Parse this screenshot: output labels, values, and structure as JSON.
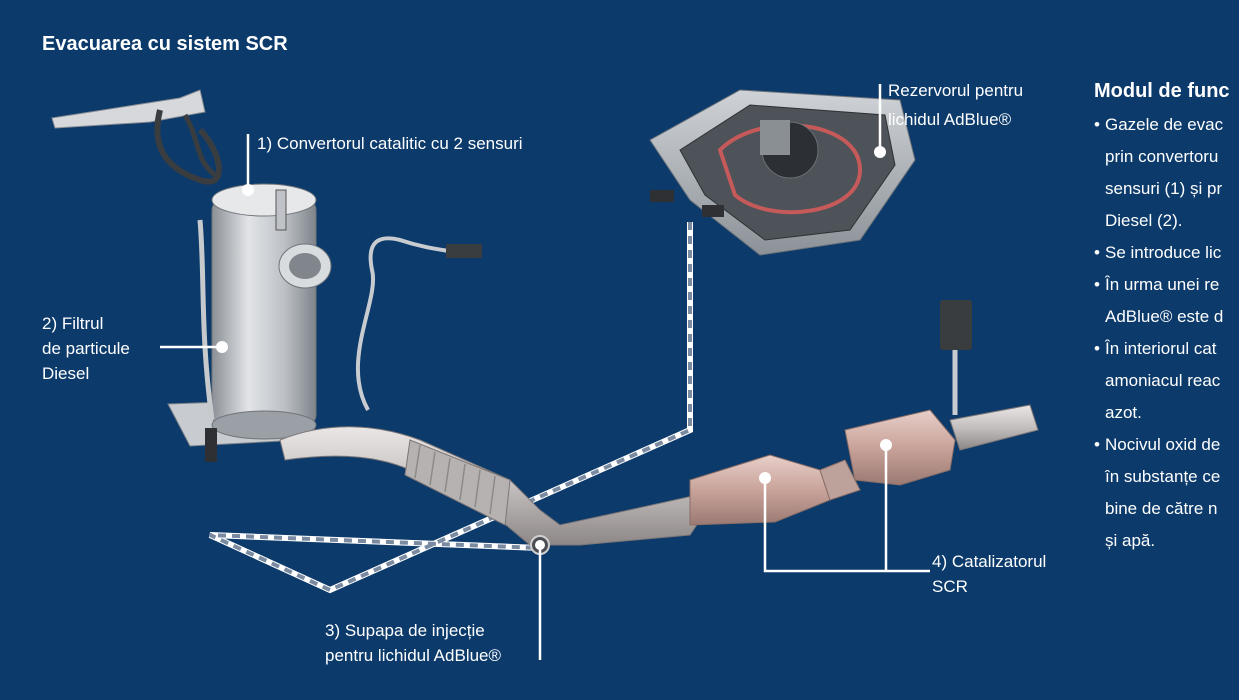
{
  "title": "Evacuarea cu sistem SCR",
  "labels": {
    "l1": "1) Convertorul catalitic cu 2 sensuri",
    "l2_a": "2) Filtrul",
    "l2_b": "de particule",
    "l2_c": "Diesel",
    "l3_a": "3) Supapa de injecție",
    "l3_b": "pentru lichidul AdBlue®",
    "l4_a": "4) Catalizatorul",
    "l4_b": "SCR",
    "tank_a": "Rezervorul pentru",
    "tank_b": "lichidul AdBlue®"
  },
  "side": {
    "heading": "Modul de func",
    "bullets": [
      [
        "Gazele de evac",
        "prin convertoru",
        "sensuri (1) și pr",
        "Diesel (2)."
      ],
      [
        "Se introduce lic"
      ],
      [
        "În urma unei re",
        "AdBlue® este d"
      ],
      [
        "În interiorul cat",
        "amoniacul reac",
        "azot."
      ],
      [
        "Nocivul oxid de",
        "în substanțe ce",
        "bine de către n",
        "și apă."
      ]
    ]
  },
  "colors": {
    "background": "#0b3a6b",
    "text": "#ffffff",
    "dpf_body": "#bfc3c8",
    "pipe": "#c9c6c6",
    "catalyst": "#cba79f"
  }
}
